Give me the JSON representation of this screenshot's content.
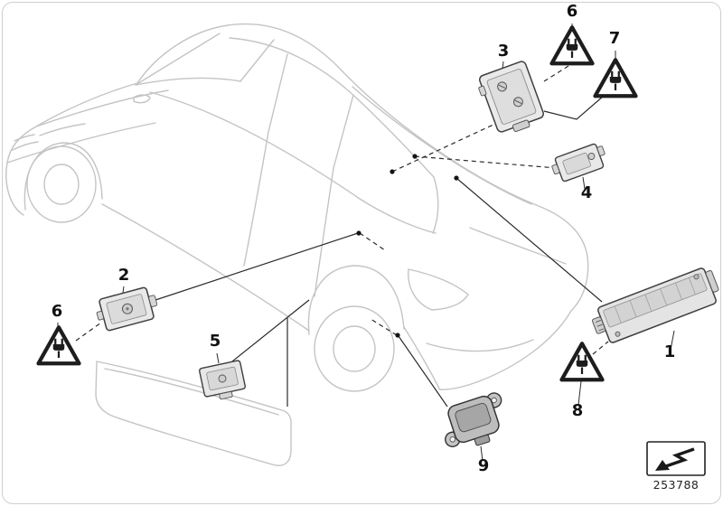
{
  "diagram": {
    "description": "Car parts exploded diagram with numbered callouts",
    "footer": {
      "part_number": "253788"
    },
    "callouts": [
      {
        "id": "1",
        "label": "1",
        "type": "component"
      },
      {
        "id": "2",
        "label": "2",
        "type": "component"
      },
      {
        "id": "3",
        "label": "3",
        "type": "component"
      },
      {
        "id": "4",
        "label": "4",
        "type": "component"
      },
      {
        "id": "5",
        "label": "5",
        "type": "component"
      },
      {
        "id": "6-top",
        "label": "6",
        "type": "warning-plug-triangle"
      },
      {
        "id": "6-left",
        "label": "6",
        "type": "warning-plug-triangle"
      },
      {
        "id": "7",
        "label": "7",
        "type": "warning-plug-triangle"
      },
      {
        "id": "8",
        "label": "8",
        "type": "warning-plug-triangle"
      },
      {
        "id": "9",
        "label": "9",
        "type": "component"
      }
    ],
    "icons": {
      "warning_triangle": "plug-warning-triangle-icon",
      "thumbnail": "schematic-arrow-icon"
    },
    "colors": {
      "car_outline": "#c4c4c4",
      "component_fill": "#e8e8e8",
      "component_stroke": "#3f3f3f",
      "leader_line": "#2b2b2b",
      "label_text": "#111111",
      "background": "#ffffff"
    }
  }
}
